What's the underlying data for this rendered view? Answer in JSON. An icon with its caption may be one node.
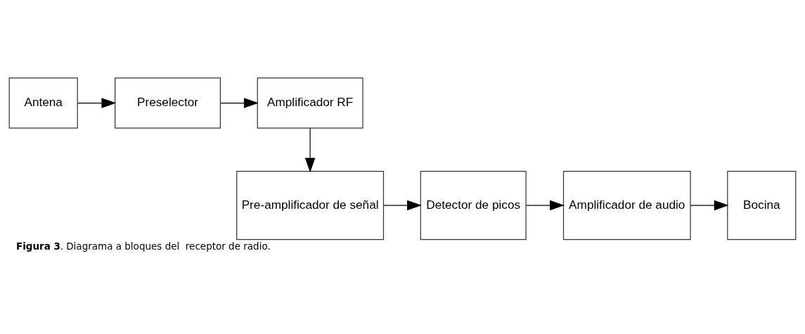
{
  "diagram": {
    "caption": "**Figura 3**. Diagrama a bloques del  receptor de radio.",
    "nodes": [
      {
        "text": [
          "Antena"
        ]
      },
      {
        "text": [
          "Preselector"
        ]
      },
      {
        "text": [
          "Amplificador RF"
        ]
      },
      {
        "text": [
          "Pre-amplificador de señal"
        ]
      },
      {
        "text": [
          "Detector de picos"
        ]
      },
      {
        "text": [
          "Amplificador de audio"
        ]
      },
      {
        "text": [
          "Bocina"
        ]
      }
    ],
    "edges": [
      {
        "from": 0,
        "to": 1,
        "arrow": "to"
      },
      {
        "from": 1,
        "to": 2,
        "arrow": "to"
      },
      {
        "from": 2,
        "to": 3,
        "arrow": "to"
      },
      {
        "from": 3,
        "to": 4,
        "arrow": "to"
      },
      {
        "from": 4,
        "to": 5,
        "arrow": "to"
      },
      {
        "from": 5,
        "to": 6,
        "arrow": "to"
      }
    ]
  }
}
